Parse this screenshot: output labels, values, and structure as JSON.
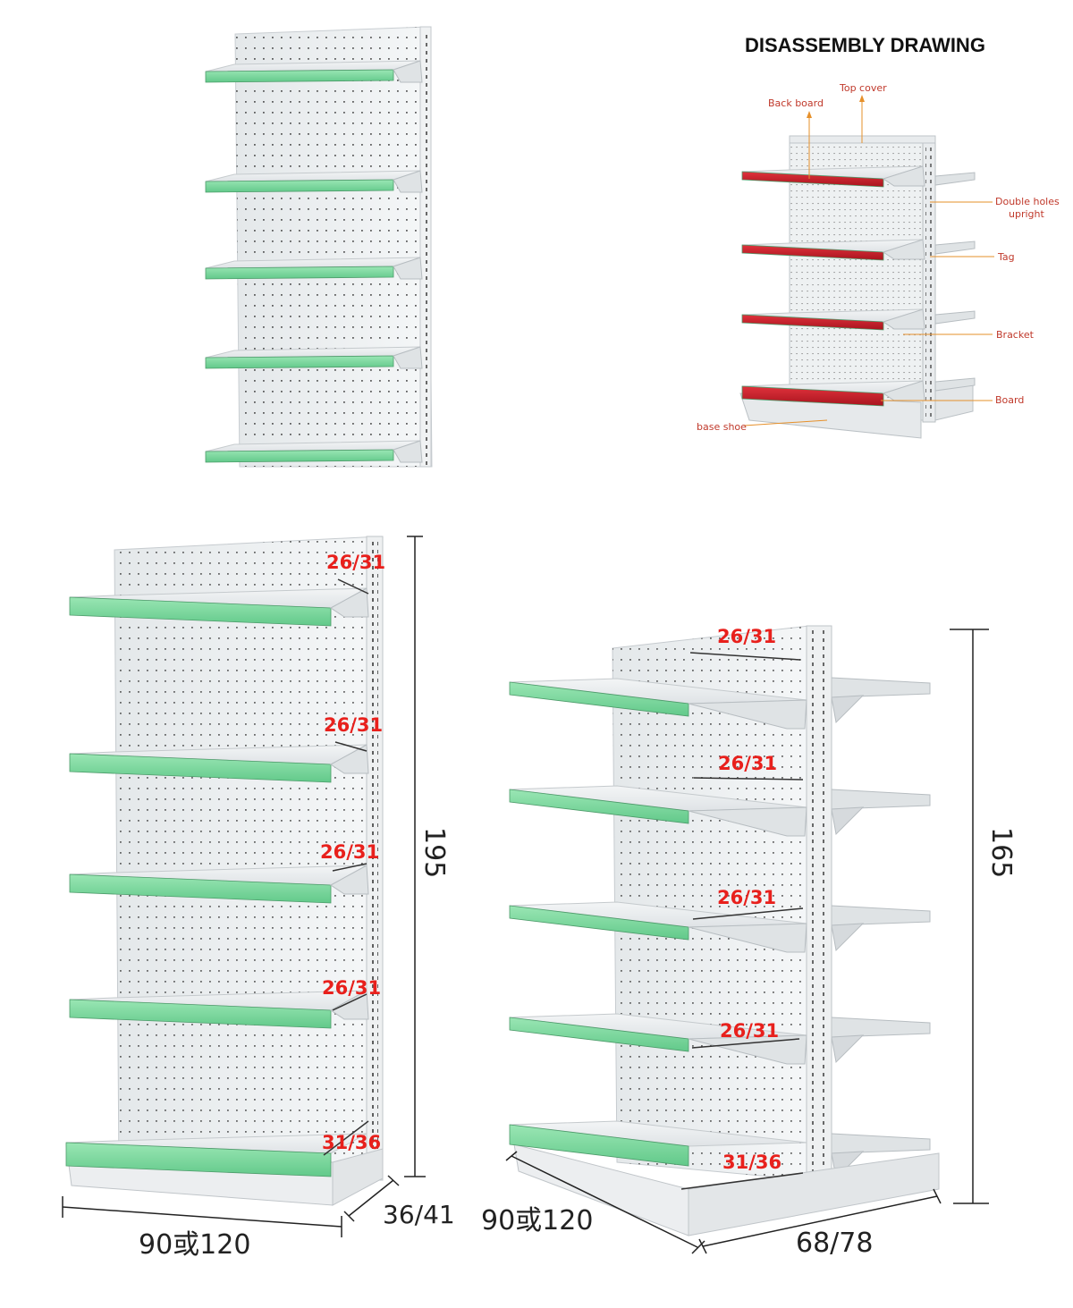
{
  "colors": {
    "shelf_green": "#7fd9a0",
    "shelf_red": "#c8202a",
    "panel": "#eceff1",
    "hole": "#3a3a3a",
    "callout_text": "#c0392b",
    "callout_line": "#e6902a",
    "dimension_red": "#e8201c"
  },
  "disassembly": {
    "title": "DISASSEMBLY DRAWING",
    "labels": {
      "top_cover": "Top cover",
      "back_board": "Back board",
      "double_holes_upright_1": "Double holes",
      "double_holes_upright_2": "upright",
      "tag": "Tag",
      "bracket": "Bracket",
      "board": "Board",
      "base_shoe": "base shoe"
    }
  },
  "single_sided": {
    "shelf_gaps": [
      "26/31",
      "26/31",
      "26/31",
      "26/31",
      "31/36"
    ],
    "height": "195",
    "width": "90或120",
    "depth": "36/41"
  },
  "double_sided": {
    "shelf_gaps": [
      "26/31",
      "26/31",
      "26/31",
      "26/31",
      "31/36"
    ],
    "height": "165",
    "width": "90或120",
    "depth": "68/78"
  }
}
